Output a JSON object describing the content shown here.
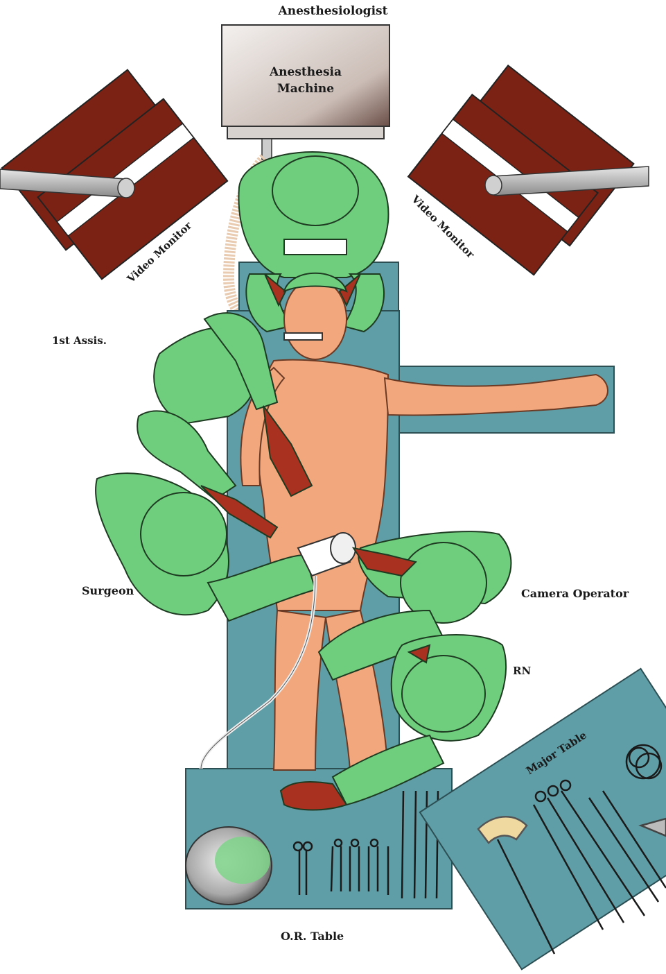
{
  "labels": {
    "anesthesiologist": "Anesthesiologist",
    "anesthesia_machine_line1": "Anesthesia",
    "anesthesia_machine_line2": "Machine",
    "video_monitor_left": "Video Monitor",
    "video_monitor_right": "Video Monitor",
    "first_assistant": "1st Assis.",
    "surgeon": "Surgeon",
    "camera_operator": "Camera Operator",
    "rn": "RN",
    "major_table": "Major Table",
    "or_table": "O.R. Table"
  },
  "colors": {
    "or_table": "#5f9ea7",
    "gown_green": "#6fce7e",
    "skin": "#f2a77c",
    "glove_red": "#a8321f",
    "monitor_maroon": "#7c2214",
    "machine_gray": "#e5dfdc"
  }
}
